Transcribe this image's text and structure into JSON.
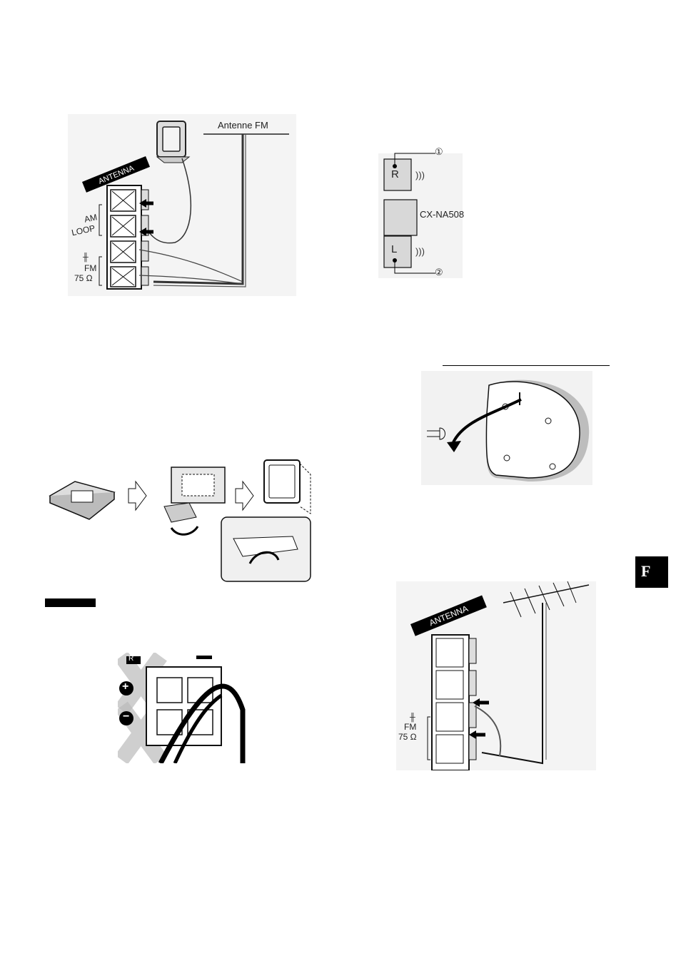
{
  "figure1": {
    "antenna_badge": "ANTENNA",
    "fm_antenna_label": "Antenne FM",
    "am_label_1": "AM",
    "am_label_2": "LOOP",
    "fm_symbol": "╫",
    "fm_label": "FM",
    "fm_impedance": "75 Ω"
  },
  "figure2": {
    "right_label": "R",
    "left_label": "L",
    "model_label": "CX-NA508",
    "callout_1": "①",
    "callout_2": "②"
  },
  "figure5": {
    "channel_label": "R",
    "plus_symbol": "+",
    "minus_symbol": "−"
  },
  "figure6": {
    "antenna_badge": "ANTENNA",
    "fm_symbol": "╫",
    "fm_label": "FM",
    "fm_impedance": "75 Ω"
  },
  "language_tab": "F"
}
